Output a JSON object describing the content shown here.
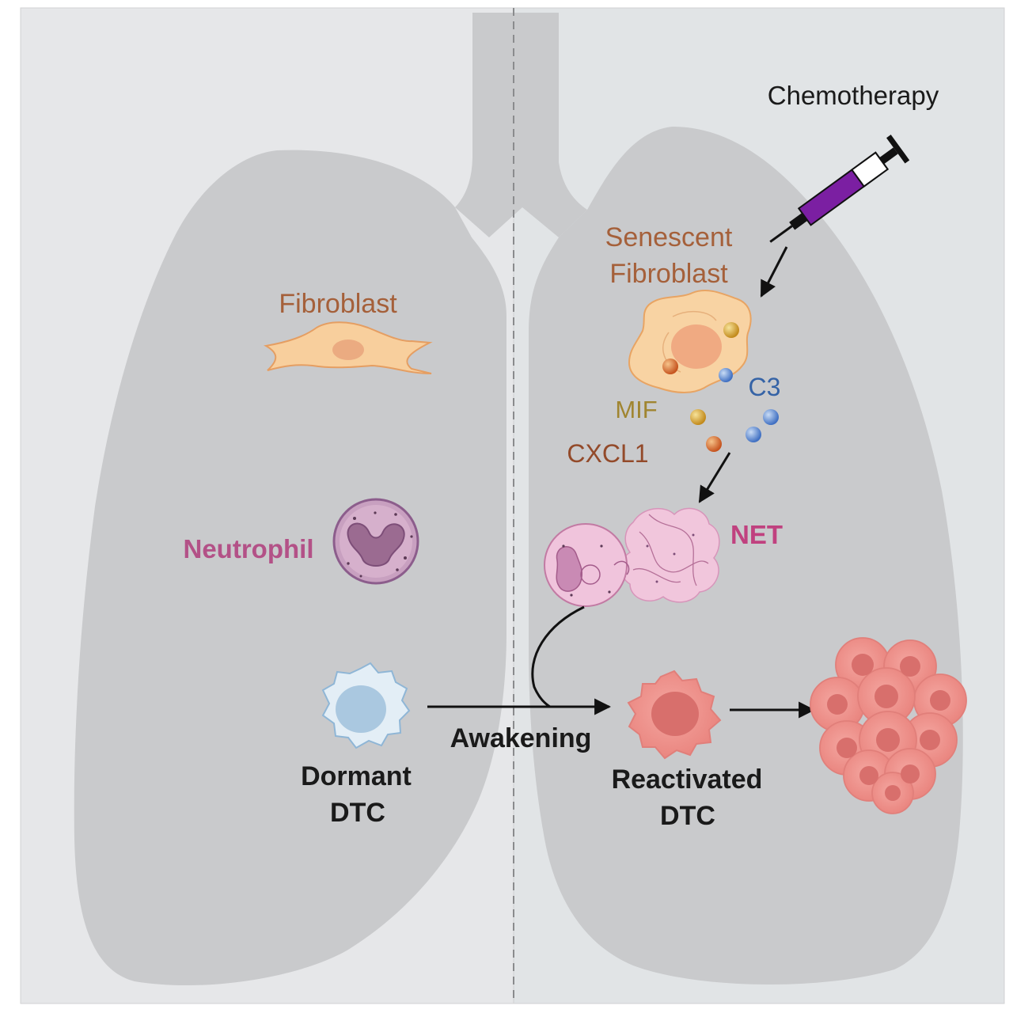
{
  "labels": {
    "chemotherapy": "Chemotherapy",
    "senescent_line1": "Senescent",
    "senescent_line2": "Fibroblast",
    "fibroblast": "Fibroblast",
    "mif": "MIF",
    "c3": "C3",
    "cxcl1": "CXCL1",
    "neutrophil": "Neutrophil",
    "net": "NET",
    "awakening": "Awakening",
    "dormant_line1": "Dormant",
    "dormant_line2": "DTC",
    "reactivated_line1": "Reactivated",
    "reactivated_line2": "DTC"
  },
  "colors": {
    "panel_left": "#e6e7e9",
    "panel_right": "#e1e4e6",
    "lung": "#c9cacc",
    "fibroblast_text": "#a5603a",
    "senescent_text": "#a5603a",
    "mif_text": "#a08530",
    "c3_text": "#3563a6",
    "cxcl1_text": "#934a2a",
    "neutrophil_text": "#b35187",
    "net_text": "#c0417f",
    "dark_text": "#1a1a1a",
    "syringe_barrel": "#7b1fa2"
  }
}
